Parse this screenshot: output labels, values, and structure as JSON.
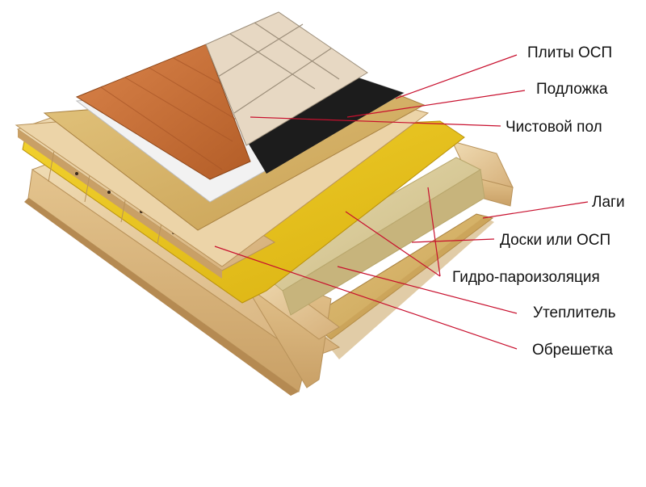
{
  "diagram": {
    "labels": {
      "osb_boards": "Плиты ОСП",
      "underlay": "Подложка",
      "finish_floor": "Чистовой пол",
      "joists": "Лаги",
      "boards_or_osb": "Доски или ОСП",
      "vapor_barrier": "Гидро-пароизоляция",
      "insulation": "Утеплитель",
      "battens": "Обрешетка"
    },
    "colors": {
      "leader_line": "#c8102e",
      "label_text": "#111111",
      "wood_light": "#e8cfa3",
      "wood_mid": "#d9b27a",
      "osb": "#d8b56a",
      "membrane_yellow": "#e8c21a",
      "underlay_black": "#1a1a1a",
      "underlay_white": "#f2f2f2",
      "parquet": "#c9743a",
      "tile": "#e6d7c2",
      "insulation": "#d9cc9a"
    }
  }
}
